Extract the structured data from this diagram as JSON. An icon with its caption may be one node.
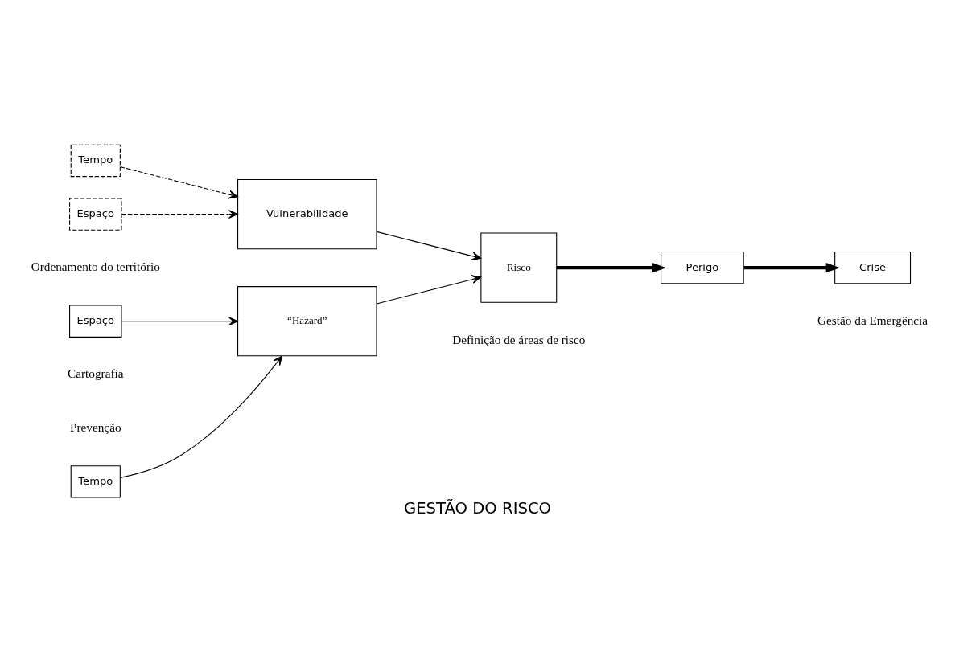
{
  "diagram": {
    "caption": "GESTÃO DO RISCO",
    "nodes": [
      {
        "text": [
          "Tempo"
        ]
      },
      {
        "text": [
          "Espaço"
        ]
      },
      {
        "text": [
          "“Hazard”"
        ]
      },
      {
        "text": [
          "Tempo"
        ]
      },
      {
        "text": [
          "Espaço"
        ]
      },
      {
        "text": [
          "Vulnerabilidade"
        ]
      },
      {
        "text": [
          "Risco"
        ]
      },
      {
        "text": [
          "Perigo"
        ]
      },
      {
        "text": [
          "Crise"
        ]
      }
    ],
    "edges": [
      {
        "from": 0,
        "to": 2,
        "arrow": "to"
      },
      {
        "from": 1,
        "to": 2,
        "arrow": "to"
      },
      {
        "from": 3,
        "to": 5,
        "arrow": "to",
        "style": "dashed"
      },
      {
        "from": 4,
        "to": 5,
        "arrow": "to",
        "style": "dashed"
      },
      {
        "from": 2,
        "to": 6,
        "arrow": "to"
      },
      {
        "from": 5,
        "to": 6,
        "arrow": "to"
      },
      {
        "from": 6,
        "to": 7,
        "arrow": "to",
        "style": "thick"
      },
      {
        "from": 7,
        "to": 8,
        "arrow": "to",
        "style": "thick"
      }
    ],
    "labels": [
      "Prevenção",
      "Cartografia",
      "Ordenamento do território",
      "Definição de áreas de risco",
      "Gestão da Emergência"
    ]
  }
}
